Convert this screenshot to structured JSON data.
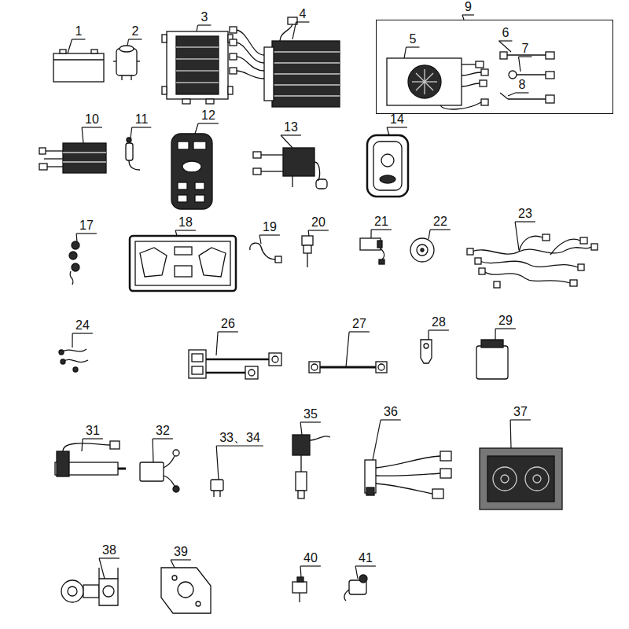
{
  "diagram": {
    "nodes": [
      {
        "text": [
          "9"
        ]
      }
    ],
    "labels": [
      "1",
      "2",
      "3",
      "4",
      "5",
      "6",
      "7",
      "8",
      "10",
      "11",
      "12",
      "13",
      "14",
      "17",
      "18",
      "19",
      "20",
      "21",
      "22",
      "23",
      "24",
      "26",
      "27",
      "28",
      "29",
      "31",
      "32",
      "33、34",
      "35",
      "36",
      "37",
      "38",
      "39",
      "40",
      "41"
    ]
  }
}
